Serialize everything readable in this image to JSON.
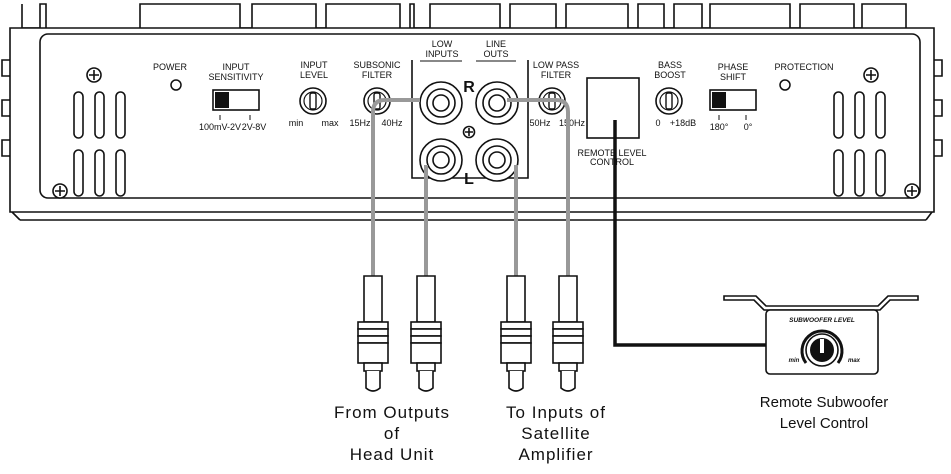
{
  "amplifier_panel": {
    "power": "POWER",
    "input_sensitivity": [
      "INPUT",
      "SENSITIVITY"
    ],
    "input_sensitivity_range": [
      "100mV-2V",
      "2V-8V"
    ],
    "input_level": [
      "INPUT",
      "LEVEL"
    ],
    "input_level_range": [
      "min",
      "max"
    ],
    "subsonic_filter": [
      "SUBSONIC",
      "FILTER"
    ],
    "subsonic_range": [
      "15Hz",
      "40Hz"
    ],
    "low_inputs": [
      "LOW",
      "INPUTS"
    ],
    "line_outs": [
      "LINE",
      "OUTS"
    ],
    "channel_right": "R",
    "channel_left": "L",
    "low_pass_filter": [
      "LOW PASS",
      "FILTER"
    ],
    "low_pass_range": [
      "50Hz",
      "150Hz"
    ],
    "remote_level_control": [
      "REMOTE LEVEL",
      "CONTROL"
    ],
    "bass_boost": [
      "BASS",
      "BOOST"
    ],
    "bass_boost_range": [
      "0",
      "+18dB"
    ],
    "phase_shift": [
      "PHASE",
      "SHIFT"
    ],
    "phase_shift_range": [
      "180°",
      "0°"
    ],
    "protection": "PROTECTION"
  },
  "remote_unit": {
    "title": "SUBWOOFER LEVEL",
    "min": "min",
    "max": "max",
    "caption": [
      "Remote Subwoofer",
      "Level Control"
    ]
  },
  "captions": {
    "from_outputs": [
      "From Outputs",
      "of",
      "Head Unit"
    ],
    "to_inputs": [
      "To Inputs of",
      "Satellite",
      "Amplifier"
    ]
  },
  "colors": {
    "ink": "#111111",
    "cable": "#999999",
    "background": "#ffffff"
  }
}
